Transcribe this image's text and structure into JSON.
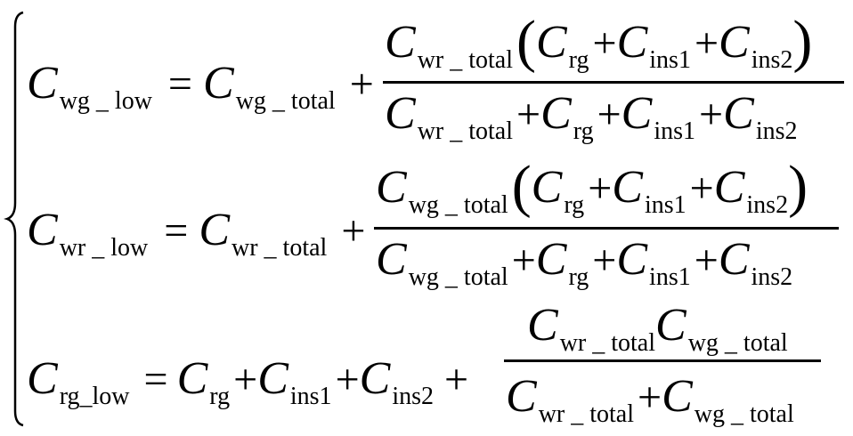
{
  "equation_system": {
    "brace": "{",
    "rows": [
      {
        "lhs": {
          "symbol": "C",
          "subscript": "wg _ low"
        },
        "equals": "=",
        "rhs_terms": [
          {
            "symbol": "C",
            "subscript": "wg _ total"
          }
        ],
        "plus": "+",
        "fraction": {
          "numerator": {
            "prefix": {
              "symbol": "C",
              "subscript": "wr _ total"
            },
            "open_paren": "(",
            "terms": [
              {
                "symbol": "C",
                "subscript": "rg"
              },
              {
                "symbol": "C",
                "subscript": "ins1"
              },
              {
                "symbol": "C",
                "subscript": "ins2"
              }
            ],
            "close_paren": ")"
          },
          "denominator": [
            {
              "symbol": "C",
              "subscript": "wr _ total"
            },
            {
              "symbol": "C",
              "subscript": "rg"
            },
            {
              "symbol": "C",
              "subscript": "ins1"
            },
            {
              "symbol": "C",
              "subscript": "ins2"
            }
          ]
        }
      },
      {
        "lhs": {
          "symbol": "C",
          "subscript": "wr _ low"
        },
        "equals": "=",
        "rhs_terms": [
          {
            "symbol": "C",
            "subscript": "wr _ total"
          }
        ],
        "plus": "+",
        "fraction": {
          "numerator": {
            "prefix": {
              "symbol": "C",
              "subscript": "wg _ total"
            },
            "open_paren": "(",
            "terms": [
              {
                "symbol": "C",
                "subscript": "rg"
              },
              {
                "symbol": "C",
                "subscript": "ins1"
              },
              {
                "symbol": "C",
                "subscript": "ins2"
              }
            ],
            "close_paren": ")"
          },
          "denominator": [
            {
              "symbol": "C",
              "subscript": "wg _ total"
            },
            {
              "symbol": "C",
              "subscript": "rg"
            },
            {
              "symbol": "C",
              "subscript": "ins1"
            },
            {
              "symbol": "C",
              "subscript": "ins2"
            }
          ]
        }
      },
      {
        "lhs": {
          "symbol": "C",
          "subscript": "rg_low"
        },
        "equals": "=",
        "rhs_terms": [
          {
            "symbol": "C",
            "subscript": "rg"
          },
          {
            "symbol": "C",
            "subscript": "ins1"
          },
          {
            "symbol": "C",
            "subscript": "ins2"
          }
        ],
        "plus": "+",
        "fraction": {
          "numerator": [
            {
              "symbol": "C",
              "subscript": "wr _ total"
            },
            {
              "symbol": "C",
              "subscript": "wg _ total"
            }
          ],
          "denominator": [
            {
              "symbol": "C",
              "subscript": "wr _ total"
            },
            {
              "symbol": "C",
              "subscript": "wg _ total"
            }
          ]
        }
      }
    ]
  }
}
